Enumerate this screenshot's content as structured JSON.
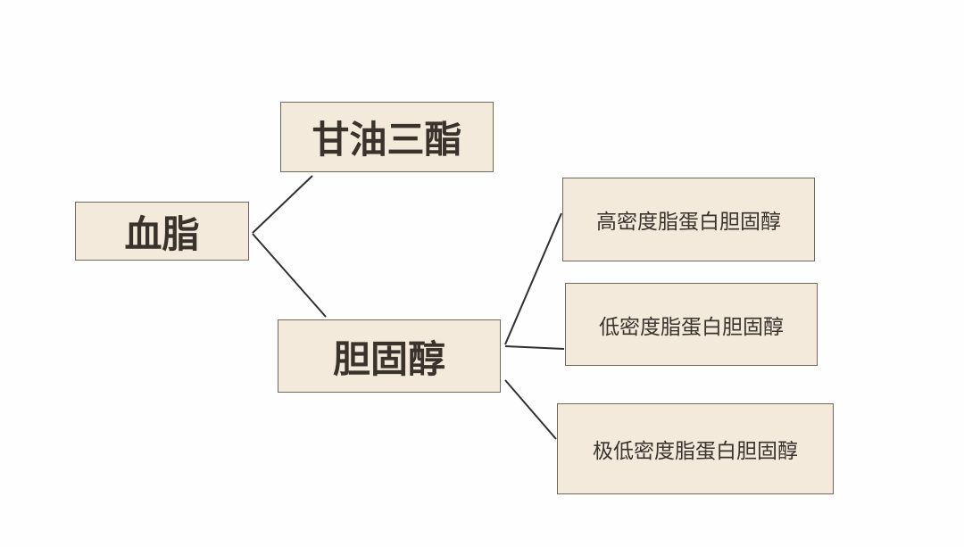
{
  "colors": {
    "node_fill": "#f3eadb",
    "node_border": "#6f665c",
    "text": "#3a332c",
    "connector": "#2f2f2f"
  },
  "nodes": {
    "root": {
      "label": "血脂"
    },
    "triglyceride": {
      "label": "甘油三酯"
    },
    "cholesterol": {
      "label": "胆固醇"
    },
    "hdl": {
      "label": "高密度脂蛋白胆固醇"
    },
    "ldl": {
      "label": "低密度脂蛋白胆固醇"
    },
    "vldl": {
      "label": "极低密度脂蛋白胆固醇"
    }
  }
}
